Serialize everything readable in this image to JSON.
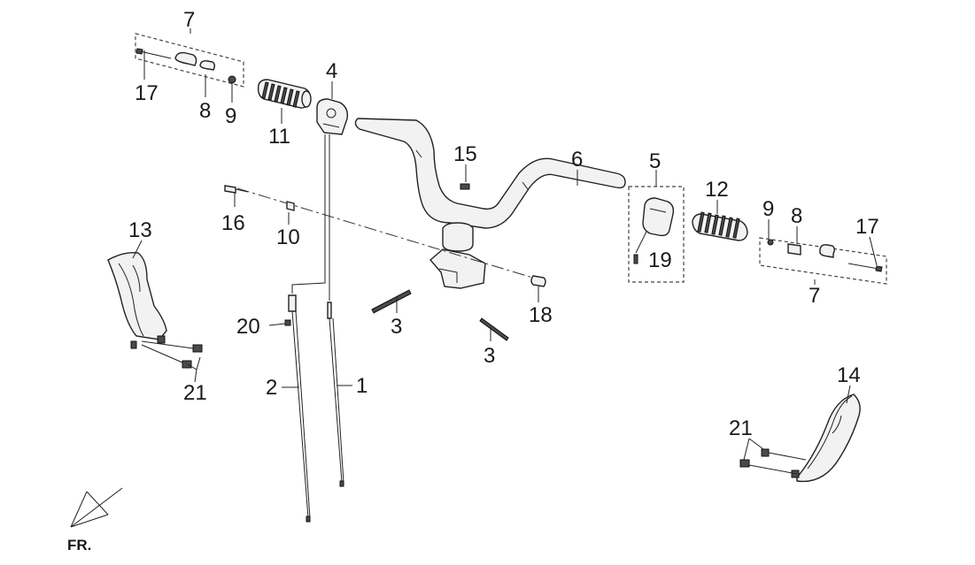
{
  "callouts": {
    "c1": "1",
    "c2": "2",
    "c3a": "3",
    "c3b": "3",
    "c4": "4",
    "c5": "5",
    "c6": "6",
    "c7a": "7",
    "c7b": "7",
    "c8a": "8",
    "c8b": "8",
    "c9a": "9",
    "c9b": "9",
    "c10": "10",
    "c11": "11",
    "c12": "12",
    "c13": "13",
    "c14": "14",
    "c15": "15",
    "c16": "16",
    "c17a": "17",
    "c17b": "17",
    "c18": "18",
    "c19": "19",
    "c20": "20",
    "c21a": "21",
    "c21b": "21"
  },
  "direction_label": "FR."
}
